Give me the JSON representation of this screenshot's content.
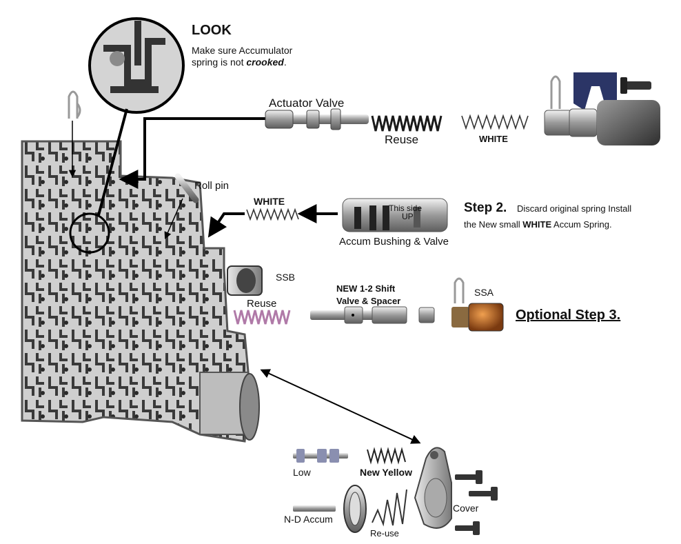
{
  "look": {
    "title": "LOOK",
    "line1": "Make sure Accumulator",
    "line2_a": "spring is not ",
    "line2_b": "crooked",
    "line2_c": "."
  },
  "labels": {
    "actuator_valve": "Actuator Valve",
    "reuse_actuator": "Reuse",
    "white_actuator": "WHITE",
    "roll_pin": "Roll pin",
    "white_accum": "WHITE",
    "this_side": "This side",
    "up": "UP",
    "accum_bushing_valve": "Accum Bushing & Valve",
    "ssb": "SSB",
    "reuse_ssb": "Reuse",
    "new_shift_1": "NEW  1-2 Shift",
    "new_shift_2": "Valve & Spacer",
    "ssa": "SSA",
    "low": "Low",
    "new_yellow": "New Yellow",
    "cover": "Cover",
    "nd_accum": "N-D Accum",
    "re_use": "Re-use"
  },
  "step2": {
    "title": "Step 2.",
    "line1": "Discard original spring Install",
    "line2_a": "the New small ",
    "line2_b": "WHITE",
    "line2_c": " Accum Spring."
  },
  "step3": {
    "title": "Optional Step 3."
  },
  "colors": {
    "purple_spring": "#b07aa8",
    "solenoid_brown": "#b8642a",
    "clip_blue": "#2b3566",
    "body_gray": "#c9c9c9"
  }
}
